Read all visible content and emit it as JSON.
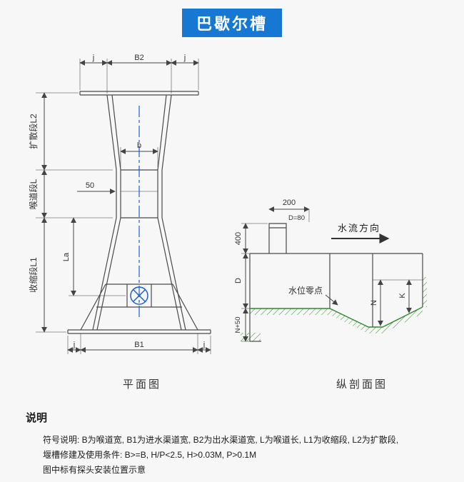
{
  "page": {
    "title": "巴歇尔槽"
  },
  "colors": {
    "accent": "#1678d2",
    "line": "#4a4a4a",
    "centerline": "#1f5fd0",
    "ground": "#2e8b2e"
  },
  "plan_view": {
    "caption": "平面图",
    "dim_j_top_left": "j",
    "dim_b2": "B2",
    "dim_j_top_right": "j",
    "label_expansion": "扩散段L2",
    "label_throat": "喉道段L",
    "label_contraction": "收缩段L1",
    "dim_b": "b",
    "dim_50": "50",
    "dim_la": "La",
    "dim_j_bottom_left": "j",
    "dim_b1": "B1",
    "dim_j_bottom_right": "j"
  },
  "section_view": {
    "caption": "纵剖面图",
    "dim_200": "200",
    "label_d80": "D=80",
    "label_flow": "水流方向",
    "dim_400": "400",
    "dim_d": "D",
    "label_water_zero": "水位零点",
    "dim_n": "N",
    "dim_k": "K",
    "dim_n50": "N+50"
  },
  "notes": {
    "heading": "说明",
    "lines": [
      "符号说明: B为喉道宽, B1为进水渠道宽, B2为出水渠道宽, L为喉道长, L1为收缩段, L2为扩散段,",
      "堰槽修建及使用条件: B>=B, H/P<2.5, H>0.03M, P>0.1M",
      "图中标有探头安装位置示意"
    ]
  }
}
